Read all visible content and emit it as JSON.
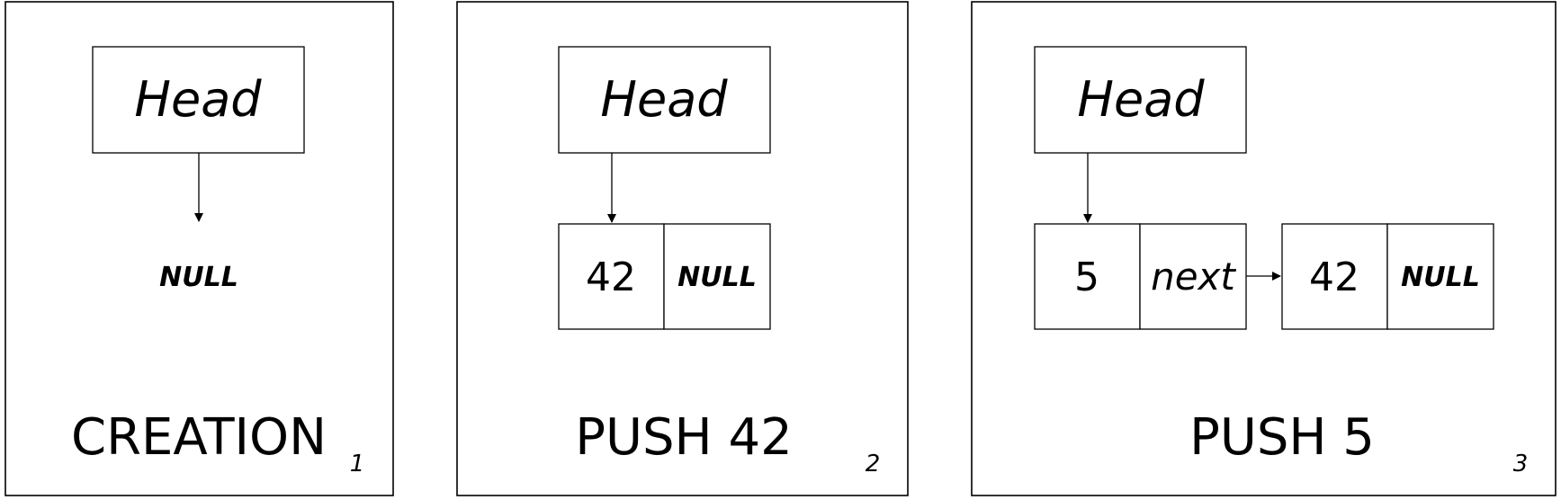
{
  "panels": [
    {
      "caption": "CREATION",
      "index": "1",
      "head_label": "Head",
      "null_label": "NULL"
    },
    {
      "caption": "PUSH 42",
      "index": "2",
      "head_label": "Head",
      "node": {
        "value": "42",
        "next": "NULL"
      }
    },
    {
      "caption": "PUSH 5",
      "index": "3",
      "head_label": "Head",
      "node1": {
        "value": "5",
        "next": "next"
      },
      "node2": {
        "value": "42",
        "next": "NULL"
      }
    }
  ],
  "colors": {
    "stroke": "#000000",
    "background": "#ffffff"
  }
}
